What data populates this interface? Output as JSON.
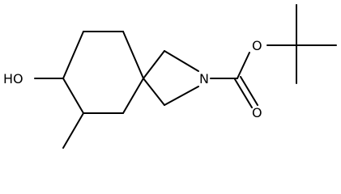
{
  "molecule": {
    "atoms": {
      "hydroxyl": "HO",
      "azetidine_nitrogen": "N",
      "ether_oxygen": "O",
      "carbonyl_oxygen": "O"
    }
  },
  "colors": {
    "bond": "#000000",
    "background": "#ffffff"
  }
}
